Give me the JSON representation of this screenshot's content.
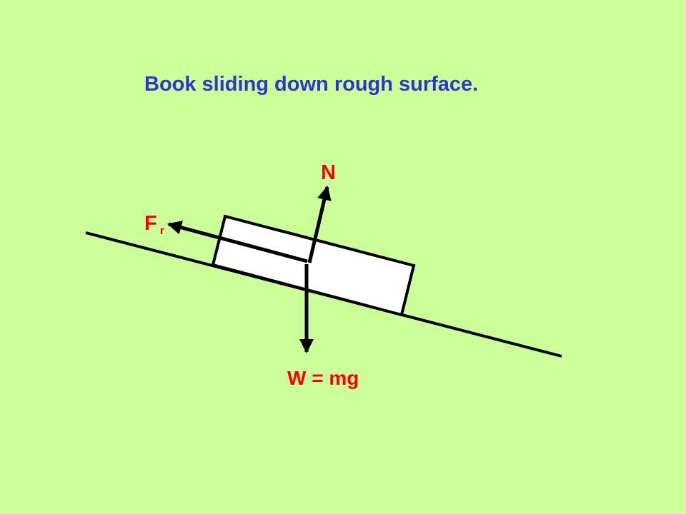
{
  "title": "Book sliding down rough surface.",
  "labels": {
    "normal": "N",
    "friction_main": "F",
    "friction_sub": "r",
    "weight": "W = mg"
  },
  "colors": {
    "background": "#ccff99",
    "title": "#3333cc",
    "force_label": "#ff0000",
    "line": "#000000",
    "book_fill": "#ffffff"
  }
}
